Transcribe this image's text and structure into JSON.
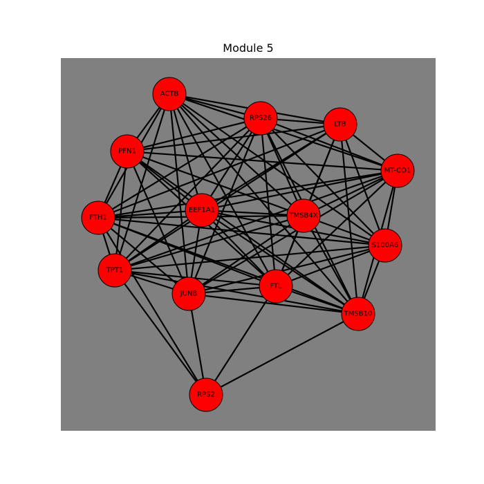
{
  "title": "Module 5",
  "colors": {
    "background": "#808080",
    "node_fill": "#ff0000",
    "node_stroke": "#000000",
    "edge": "#000000"
  },
  "nodes": [
    {
      "id": "ACTB",
      "label": "ACTB"
    },
    {
      "id": "RPS26",
      "label": "RPS26"
    },
    {
      "id": "LTB",
      "label": "LTB"
    },
    {
      "id": "PFN1",
      "label": "PFN1"
    },
    {
      "id": "MT-CO1",
      "label": "MT-CO1"
    },
    {
      "id": "FTH1",
      "label": "FTH1"
    },
    {
      "id": "EEF1A1",
      "label": "EEF1A1"
    },
    {
      "id": "TMSB4X",
      "label": "TMSB4X"
    },
    {
      "id": "S100A6",
      "label": "S100A6"
    },
    {
      "id": "TPT1",
      "label": "TPT1"
    },
    {
      "id": "JUNB",
      "label": "JUNB"
    },
    {
      "id": "FTL",
      "label": "FTL"
    },
    {
      "id": "TMSB10",
      "label": "TMSB10"
    },
    {
      "id": "RPS2",
      "label": "RPS2"
    }
  ],
  "edges": [
    [
      "ACTB",
      "RPS26"
    ],
    [
      "ACTB",
      "LTB"
    ],
    [
      "ACTB",
      "PFN1"
    ],
    [
      "ACTB",
      "MT-CO1"
    ],
    [
      "ACTB",
      "FTH1"
    ],
    [
      "ACTB",
      "EEF1A1"
    ],
    [
      "ACTB",
      "TMSB4X"
    ],
    [
      "ACTB",
      "S100A6"
    ],
    [
      "ACTB",
      "TPT1"
    ],
    [
      "ACTB",
      "JUNB"
    ],
    [
      "ACTB",
      "FTL"
    ],
    [
      "ACTB",
      "TMSB10"
    ],
    [
      "RPS26",
      "LTB"
    ],
    [
      "RPS26",
      "PFN1"
    ],
    [
      "RPS26",
      "MT-CO1"
    ],
    [
      "RPS26",
      "FTH1"
    ],
    [
      "RPS26",
      "EEF1A1"
    ],
    [
      "RPS26",
      "TMSB4X"
    ],
    [
      "RPS26",
      "S100A6"
    ],
    [
      "RPS26",
      "TPT1"
    ],
    [
      "RPS26",
      "JUNB"
    ],
    [
      "RPS26",
      "FTL"
    ],
    [
      "RPS26",
      "TMSB10"
    ],
    [
      "LTB",
      "PFN1"
    ],
    [
      "LTB",
      "MT-CO1"
    ],
    [
      "LTB",
      "FTH1"
    ],
    [
      "LTB",
      "EEF1A1"
    ],
    [
      "LTB",
      "TMSB4X"
    ],
    [
      "LTB",
      "S100A6"
    ],
    [
      "LTB",
      "TPT1"
    ],
    [
      "LTB",
      "FTL"
    ],
    [
      "LTB",
      "TMSB10"
    ],
    [
      "PFN1",
      "MT-CO1"
    ],
    [
      "PFN1",
      "FTH1"
    ],
    [
      "PFN1",
      "EEF1A1"
    ],
    [
      "PFN1",
      "TMSB4X"
    ],
    [
      "PFN1",
      "TPT1"
    ],
    [
      "PFN1",
      "JUNB"
    ],
    [
      "PFN1",
      "FTL"
    ],
    [
      "PFN1",
      "TMSB10"
    ],
    [
      "MT-CO1",
      "FTH1"
    ],
    [
      "MT-CO1",
      "EEF1A1"
    ],
    [
      "MT-CO1",
      "TMSB4X"
    ],
    [
      "MT-CO1",
      "S100A6"
    ],
    [
      "MT-CO1",
      "TPT1"
    ],
    [
      "MT-CO1",
      "JUNB"
    ],
    [
      "MT-CO1",
      "FTL"
    ],
    [
      "MT-CO1",
      "TMSB10"
    ],
    [
      "FTH1",
      "EEF1A1"
    ],
    [
      "FTH1",
      "TMSB4X"
    ],
    [
      "FTH1",
      "S100A6"
    ],
    [
      "FTH1",
      "TPT1"
    ],
    [
      "FTH1",
      "JUNB"
    ],
    [
      "FTH1",
      "FTL"
    ],
    [
      "FTH1",
      "TMSB10"
    ],
    [
      "EEF1A1",
      "TMSB4X"
    ],
    [
      "EEF1A1",
      "S100A6"
    ],
    [
      "EEF1A1",
      "TPT1"
    ],
    [
      "EEF1A1",
      "JUNB"
    ],
    [
      "EEF1A1",
      "FTL"
    ],
    [
      "EEF1A1",
      "TMSB10"
    ],
    [
      "TMSB4X",
      "S100A6"
    ],
    [
      "TMSB4X",
      "TPT1"
    ],
    [
      "TMSB4X",
      "JUNB"
    ],
    [
      "TMSB4X",
      "FTL"
    ],
    [
      "TMSB4X",
      "TMSB10"
    ],
    [
      "S100A6",
      "TPT1"
    ],
    [
      "S100A6",
      "JUNB"
    ],
    [
      "S100A6",
      "FTL"
    ],
    [
      "S100A6",
      "TMSB10"
    ],
    [
      "TPT1",
      "JUNB"
    ],
    [
      "TPT1",
      "FTL"
    ],
    [
      "TPT1",
      "TMSB10"
    ],
    [
      "TPT1",
      "RPS2"
    ],
    [
      "JUNB",
      "FTL"
    ],
    [
      "JUNB",
      "TMSB10"
    ],
    [
      "JUNB",
      "RPS2"
    ],
    [
      "FTL",
      "TMSB10"
    ],
    [
      "FTL",
      "RPS2"
    ],
    [
      "TMSB10",
      "RPS2"
    ],
    [
      "FTH1",
      "RPS2"
    ]
  ]
}
